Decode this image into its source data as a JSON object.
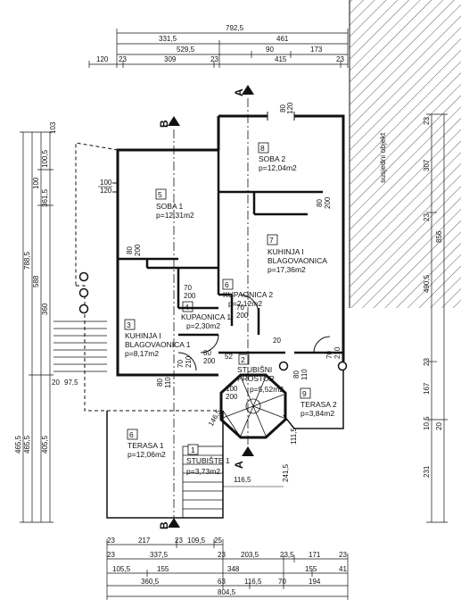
{
  "colors": {
    "ink": "#111111",
    "hatch": "#333333",
    "background": "#ffffff"
  },
  "neighbor": {
    "label": "susjedni objekt"
  },
  "sections": {
    "a": "A",
    "b": "B"
  },
  "rooms": [
    {
      "num": "5",
      "name_line1": "SOBA 1",
      "name_line2": "",
      "area": "p=12,31m2"
    },
    {
      "num": "8",
      "name_line1": "SOBA 2",
      "name_line2": "",
      "area": "p=12,04m2"
    },
    {
      "num": "7",
      "name_line1": "KUHINJA I",
      "name_line2": "BLAGOVAONICA",
      "area": "p=17,36m2"
    },
    {
      "num": "6",
      "name_line1": "KUPAONICA 2",
      "name_line2": "",
      "area": "p=2,12m2"
    },
    {
      "num": "4",
      "name_line1": "KUPAONICA 1",
      "name_line2": "",
      "area": "p=2,30m2"
    },
    {
      "num": "3",
      "name_line1": "KUHINJA I",
      "name_line2": "BLAGOVAONICA 1",
      "area": "p=8,17m2"
    },
    {
      "num": "2",
      "name_line1": "STUBIŠNI",
      "name_line2": "PROSTOR",
      "area": "p=5,52m2"
    },
    {
      "num": "9",
      "name_line1": "TERASA 2",
      "name_line2": "",
      "area": "p=3,84m2"
    },
    {
      "num": "6",
      "name_line1": "TERASA 1",
      "name_line2": "",
      "area": "p=12,06m2"
    },
    {
      "num": "1",
      "name_line1": "STUBIŠTE 1",
      "name_line2": "",
      "area": "p=3,73m2"
    }
  ],
  "openings": [
    {
      "w": "100",
      "h": "120"
    },
    {
      "w": "80",
      "h": "120"
    },
    {
      "w": "80",
      "h": "200"
    },
    {
      "w": "80",
      "h": "200"
    },
    {
      "w": "70",
      "h": "200"
    },
    {
      "w": "70",
      "h": "200"
    },
    {
      "w": "80",
      "h": "200"
    },
    {
      "w": "80",
      "h": "110"
    },
    {
      "w": "80",
      "h": "110"
    },
    {
      "w": "70",
      "h": "210"
    },
    {
      "w": "70",
      "h": "210"
    },
    {
      "w": "100",
      "h": "200"
    }
  ],
  "top_dims": {
    "row1": [
      "792,5"
    ],
    "row2": [
      "331,5",
      "461"
    ],
    "row3": [
      "529,5",
      "90",
      "173"
    ],
    "row4": [
      "120",
      "23",
      "309",
      "23",
      "415",
      "23"
    ]
  },
  "bottom_dims": {
    "row1": [
      "23",
      "217",
      "23",
      "109,5",
      "25"
    ],
    "row2": [
      "23",
      "337,5",
      "23",
      "203,5",
      "23,5",
      "171",
      "23"
    ],
    "row3": [
      "105,5",
      "155",
      "348",
      "155",
      "41"
    ],
    "row4": [
      "360,5",
      "63",
      "116,5",
      "70",
      "194"
    ],
    "row5": [
      "804,5"
    ]
  },
  "left_dims": [
    "103",
    "100,5",
    "100",
    "361,5",
    "788,5",
    "588",
    "360",
    "465,5",
    "20",
    "97,5",
    "465,5",
    "405,5"
  ],
  "right_dims": [
    "23",
    "307",
    "856",
    "23",
    "490,5",
    "23",
    "167",
    "10,5",
    "20",
    "231"
  ],
  "inner_dims": [
    "146,5",
    "111,5",
    "241,5",
    "116,5",
    "52",
    "20"
  ]
}
